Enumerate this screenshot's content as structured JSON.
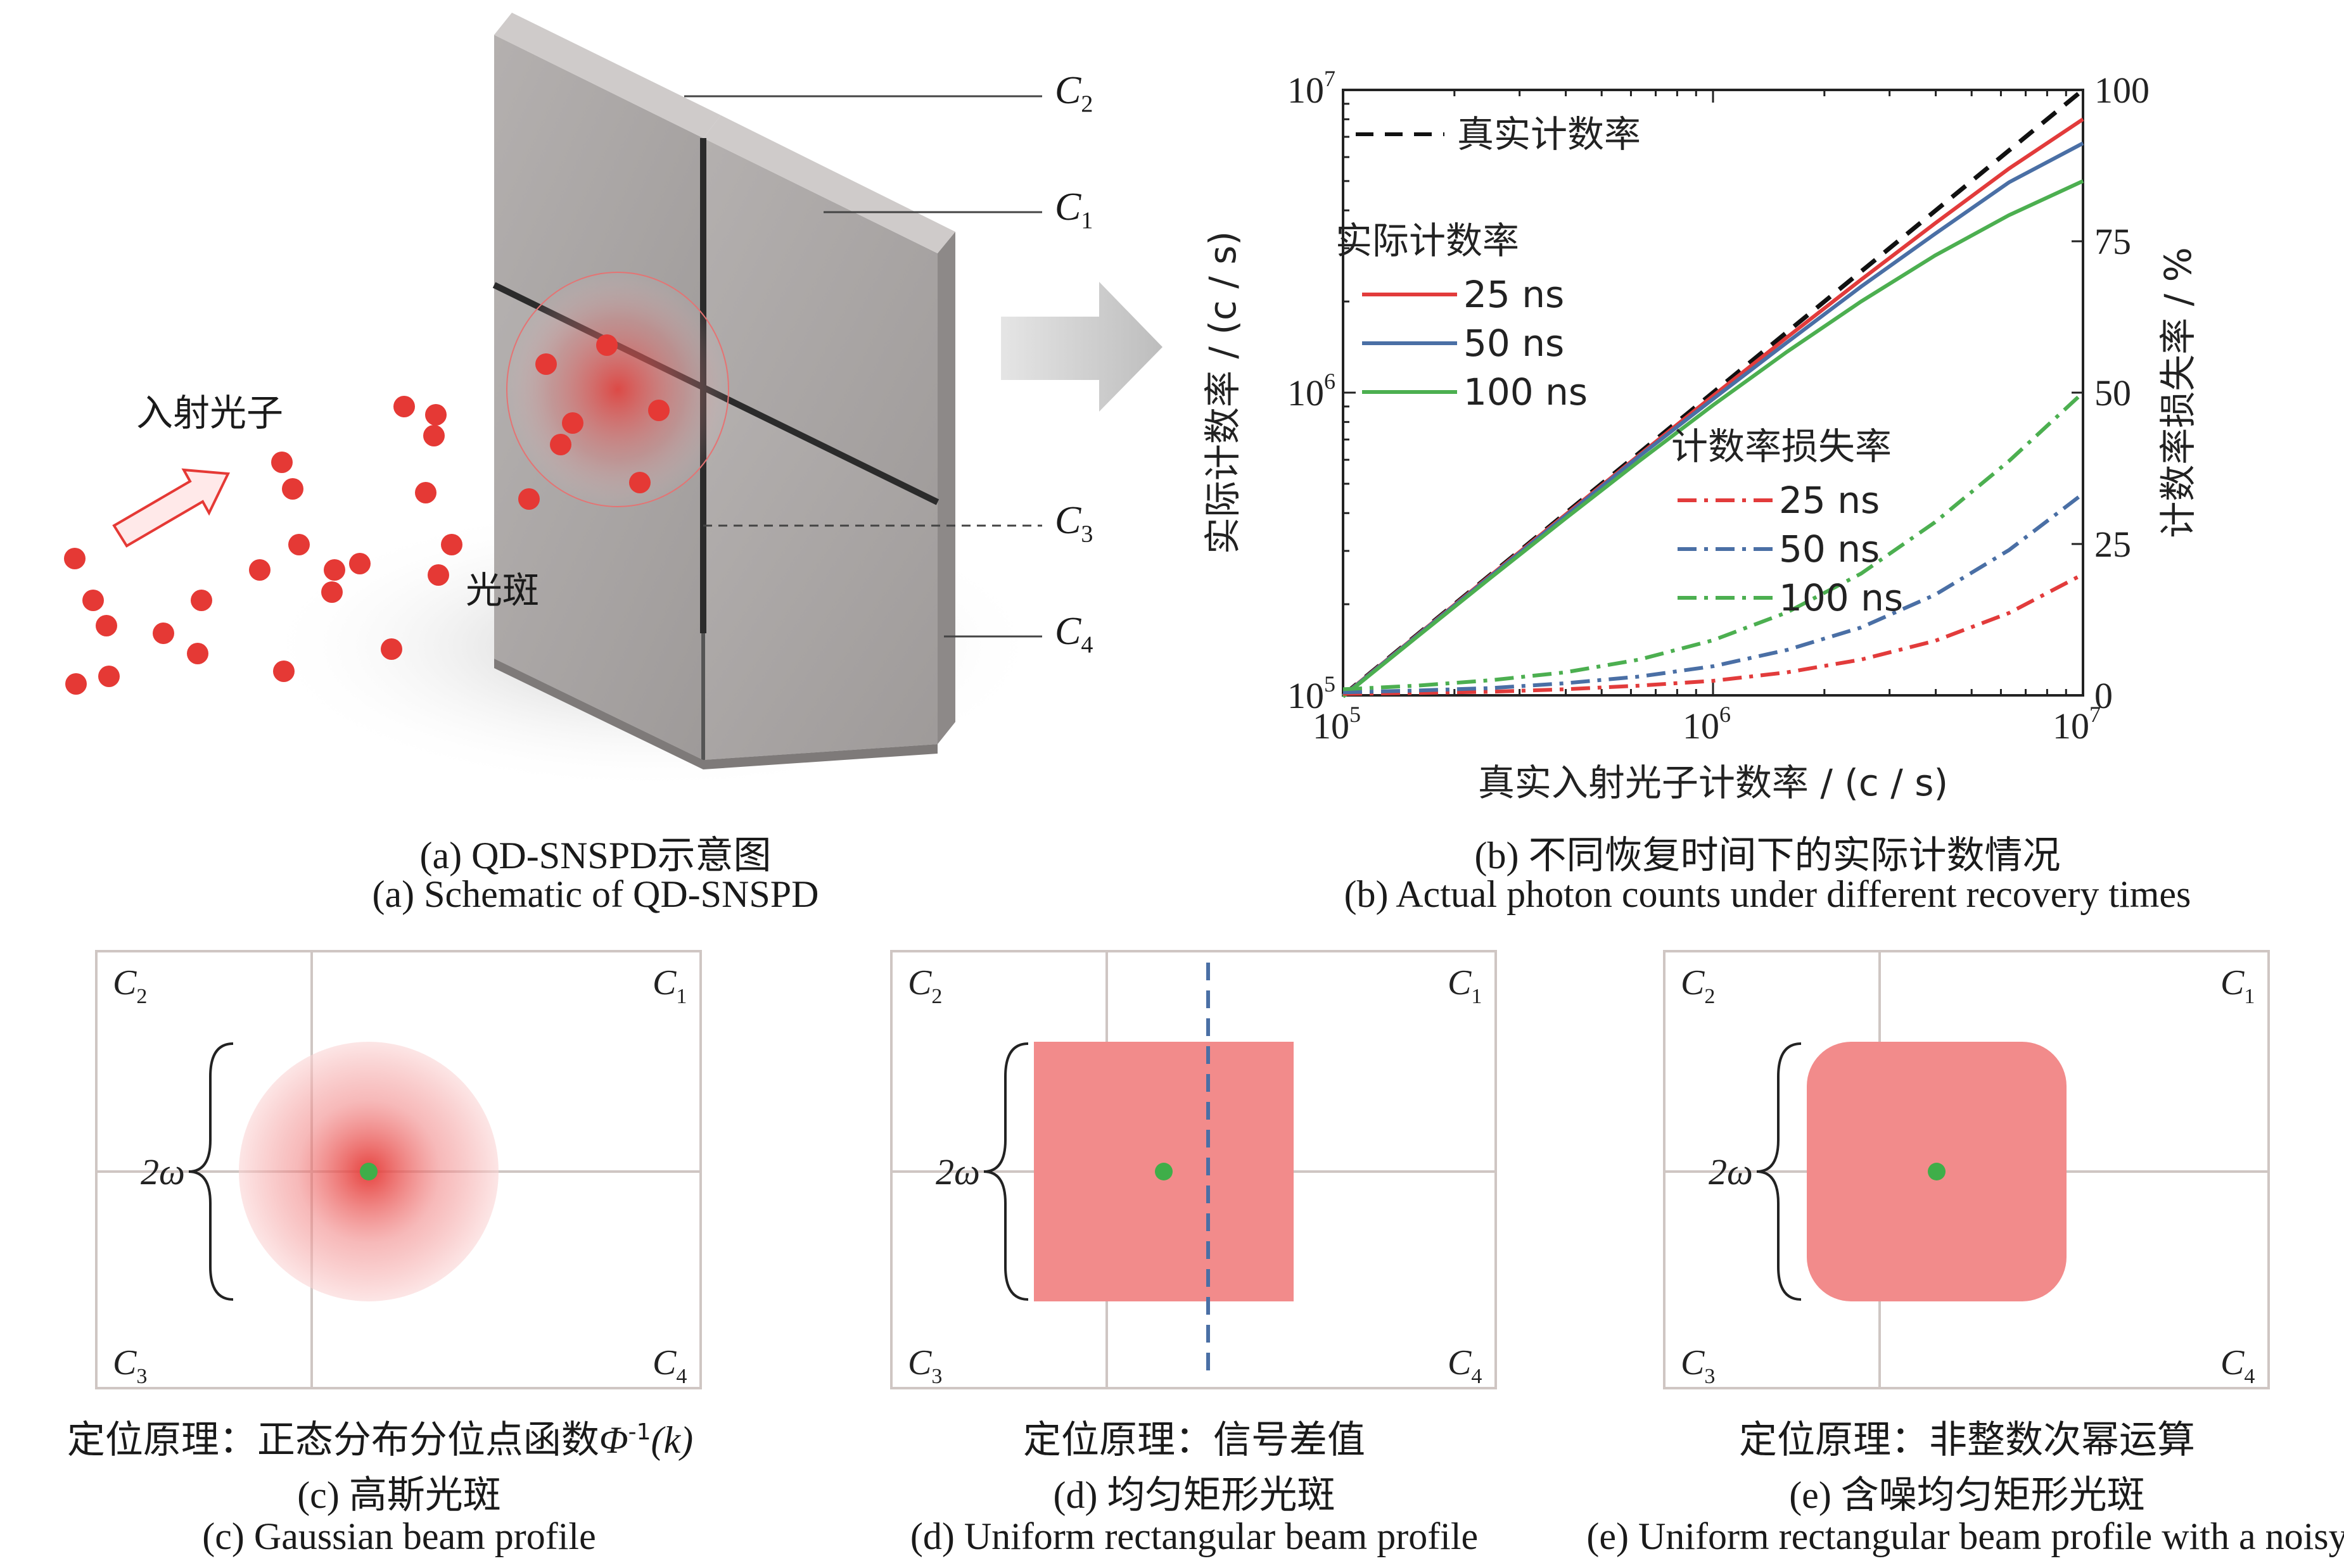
{
  "panel_a": {
    "incident_label": "入射光子",
    "spot_label": "光斑",
    "c_labels": [
      {
        "base": "C",
        "sub": "2"
      },
      {
        "base": "C",
        "sub": "1"
      },
      {
        "base": "C",
        "sub": "3"
      },
      {
        "base": "C",
        "sub": "4"
      }
    ],
    "caption_cn": "(a) QD-SNSPD示意图",
    "caption_en": "(a) Schematic of QD-SNSPD",
    "colors": {
      "photon": "#e53935",
      "device": "#a9a5a4",
      "gap": "#2b2b2b"
    }
  },
  "chart_data": {
    "type": "line",
    "xlabel": "真实入射光子计数率 / (c / s)",
    "ylabel_left": "实际计数率 / (c / s)",
    "ylabel_right": "计数率损失率 / %",
    "x_scale": "log",
    "y_scale_left": "log",
    "xlim": [
      100000,
      10000000
    ],
    "ylim_left": [
      100000,
      10000000
    ],
    "ylim_right": [
      0,
      100
    ],
    "x_ticks": [
      {
        "base": "10",
        "exp": "5"
      },
      {
        "base": "10",
        "exp": "6"
      },
      {
        "base": "10",
        "exp": "7"
      }
    ],
    "y_ticks_left": [
      {
        "base": "10",
        "exp": "5"
      },
      {
        "base": "10",
        "exp": "6"
      },
      {
        "base": "10",
        "exp": "7"
      }
    ],
    "y_ticks_right": [
      "0",
      "25",
      "50",
      "75",
      "100"
    ],
    "legend_true": "真实计数率",
    "legend_actual_title": "实际计数率",
    "legend_loss_title": "计数率损失率",
    "x": [
      100000,
      158489,
      251189,
      398107,
      630957,
      1000000,
      1584893,
      2511886,
      3981072,
      6309573,
      10000000
    ],
    "series": [
      {
        "name": "真实计数率",
        "axis": "left",
        "style": "dashed",
        "color": "#111111",
        "values": [
          100000,
          158489,
          251189,
          398107,
          630957,
          1000000,
          1584893,
          2511886,
          3981072,
          6309573,
          10000000
        ]
      },
      {
        "name": "25 ns",
        "group": "actual",
        "axis": "left",
        "style": "solid",
        "color": "#e23b3b",
        "values": [
          99750,
          157863,
          249620,
          394184,
          621159,
          975610,
          1522503,
          2359200,
          3621870,
          5498020,
          8000000
        ]
      },
      {
        "name": "50 ns",
        "group": "actual",
        "axis": "left",
        "style": "solid",
        "color": "#4a6fa5",
        "values": [
          99502,
          157243,
          248071,
          390341,
          615634,
          952381,
          1465490,
          2239180,
          3345230,
          4951890,
          6666667
        ]
      },
      {
        "name": "100 ns",
        "group": "actual",
        "axis": "left",
        "style": "solid",
        "color": "#4caf50",
        "values": [
          99010,
          156017,
          245050,
          382890,
          593460,
          909091,
          1364210,
          1998810,
          2837370,
          3855670,
          5000000
        ]
      },
      {
        "name": "25 ns",
        "group": "loss",
        "axis": "right",
        "style": "dashdot",
        "color": "#e23b3b",
        "values": [
          0.25,
          0.4,
          0.6,
          1.0,
          1.6,
          2.4,
          3.8,
          5.9,
          9.0,
          13.6,
          20.0
        ]
      },
      {
        "name": "50 ns",
        "group": "loss",
        "axis": "right",
        "style": "dashdot",
        "color": "#4a6fa5",
        "values": [
          0.5,
          0.8,
          1.2,
          2.0,
          3.1,
          4.8,
          7.5,
          11.2,
          16.6,
          24.0,
          33.3
        ]
      },
      {
        "name": "100 ns",
        "group": "loss",
        "axis": "right",
        "style": "dashdot",
        "color": "#4caf50",
        "values": [
          1.0,
          1.6,
          2.5,
          3.8,
          5.9,
          9.1,
          13.7,
          20.1,
          28.6,
          38.7,
          50.0
        ]
      }
    ],
    "caption_cn": "(b) 不同恢复时间下的实际计数情况",
    "caption_en": "(b) Actual photon counts under different recovery times"
  },
  "quadrant_panels": [
    {
      "id": "c",
      "omega_label": "2ω",
      "shape": "gaussian",
      "principle": "定位原理：正态分布分位点函数",
      "phi": "Φ",
      "phi_sup": "-1",
      "phi_arg": "(k)",
      "caption_cn": "(c) 高斯光斑",
      "caption_en": "(c) Gaussian beam profile"
    },
    {
      "id": "d",
      "omega_label": "2ω",
      "shape": "rectangle",
      "principle": "定位原理：信号差值",
      "caption_cn": "(d) 均匀矩形光斑",
      "caption_en": "(d) Uniform rectangular beam profile"
    },
    {
      "id": "e",
      "omega_label": "2ω",
      "shape": "rounded-rectangle",
      "principle": "定位原理：非整数次幂运算",
      "caption_cn": "(e) 含噪均匀矩形光斑",
      "caption_en": "(e) Uniform rectangular beam profile with a noisy"
    }
  ],
  "quadrant_labels": [
    {
      "base": "C",
      "sub": "2"
    },
    {
      "base": "C",
      "sub": "1"
    },
    {
      "base": "C",
      "sub": "3"
    },
    {
      "base": "C",
      "sub": "4"
    }
  ],
  "colors": {
    "spot": "#f28b8b",
    "center": "#3fae49",
    "dashed_line": "#4a6fa5",
    "frame": "#cfc6c3"
  }
}
